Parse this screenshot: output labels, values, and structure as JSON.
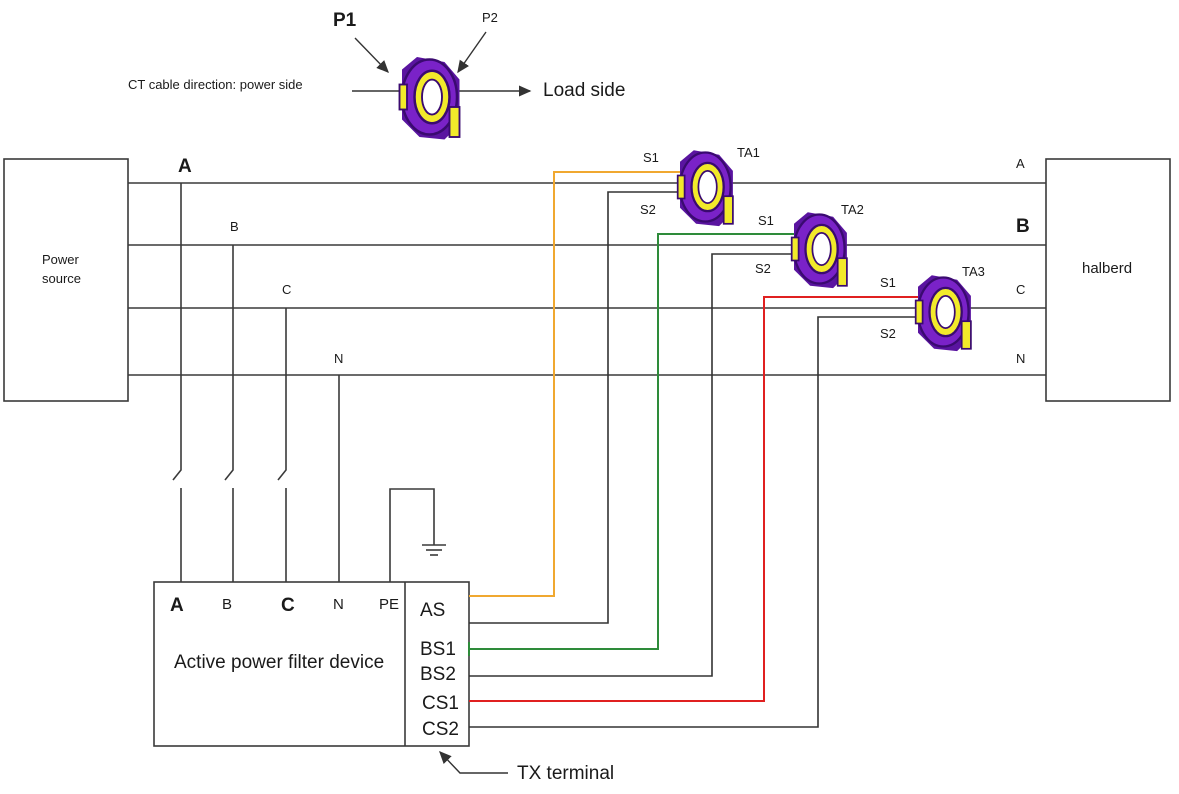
{
  "legend": {
    "p1": "P1",
    "p2": "P2",
    "cable_direction": "CT cable direction: power side",
    "load_side": "Load side"
  },
  "source": {
    "label_line1": "Power",
    "label_line2": "source"
  },
  "load": {
    "label": "halberd"
  },
  "buses": {
    "left": [
      "A",
      "B",
      "C",
      "N"
    ],
    "right": [
      "A",
      "B",
      "C",
      "N"
    ]
  },
  "cts": [
    {
      "name": "TA1",
      "s1": "S1",
      "s2": "S2"
    },
    {
      "name": "TA2",
      "s1": "S1",
      "s2": "S2"
    },
    {
      "name": "TA3",
      "s1": "S1",
      "s2": "S2"
    }
  ],
  "device": {
    "title": "Active power filter device",
    "inputs": [
      "A",
      "B",
      "C",
      "N",
      "PE"
    ],
    "tx_terminals": [
      "AS",
      "BS1",
      "BS2",
      "CS1",
      "CS2"
    ],
    "tx_label": "TX terminal"
  },
  "colors": {
    "ct_body": "#7a22c8",
    "ct_core": "#f2ea2a",
    "wire_as": "#f0a830",
    "wire_bs1": "#2e8b3a",
    "wire_cs1": "#e02020",
    "wire_dark": "#333333"
  }
}
